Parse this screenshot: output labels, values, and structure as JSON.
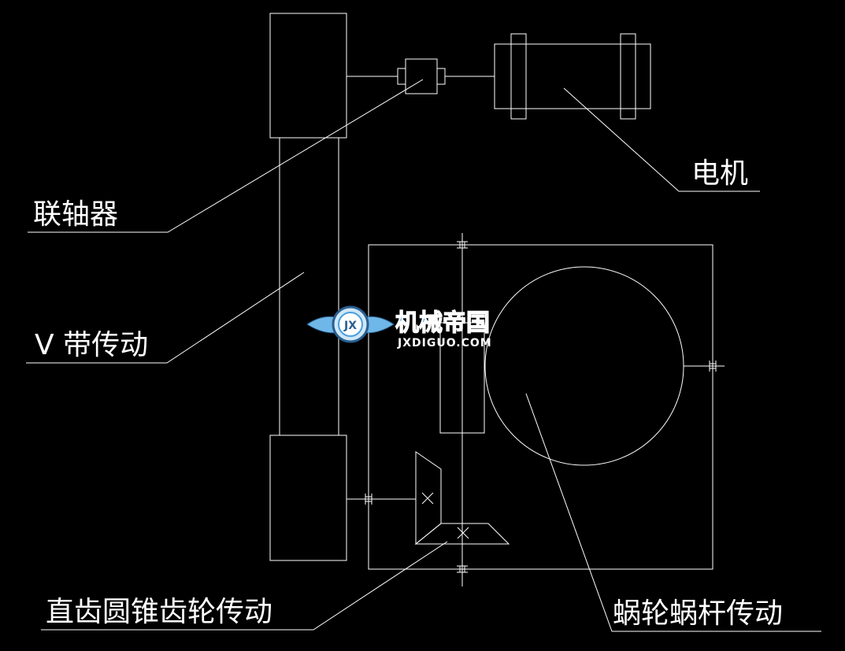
{
  "labels": {
    "coupling": "联轴器",
    "motor": "电机",
    "v_belt": "V 带传动",
    "bevel_gear": "直齿圆锥齿轮传动",
    "worm_gear": "蜗轮蜗杆传动"
  },
  "watermark": {
    "brand": "机械帝国",
    "url": "JXDIGUO.COM",
    "emblem": "JX",
    "icon": "gear-wings-logo"
  },
  "colors": {
    "background": "#000000",
    "lines": "#ffffff",
    "label_text": "#ffffff",
    "watermark_fill": "#4a9fe0"
  }
}
